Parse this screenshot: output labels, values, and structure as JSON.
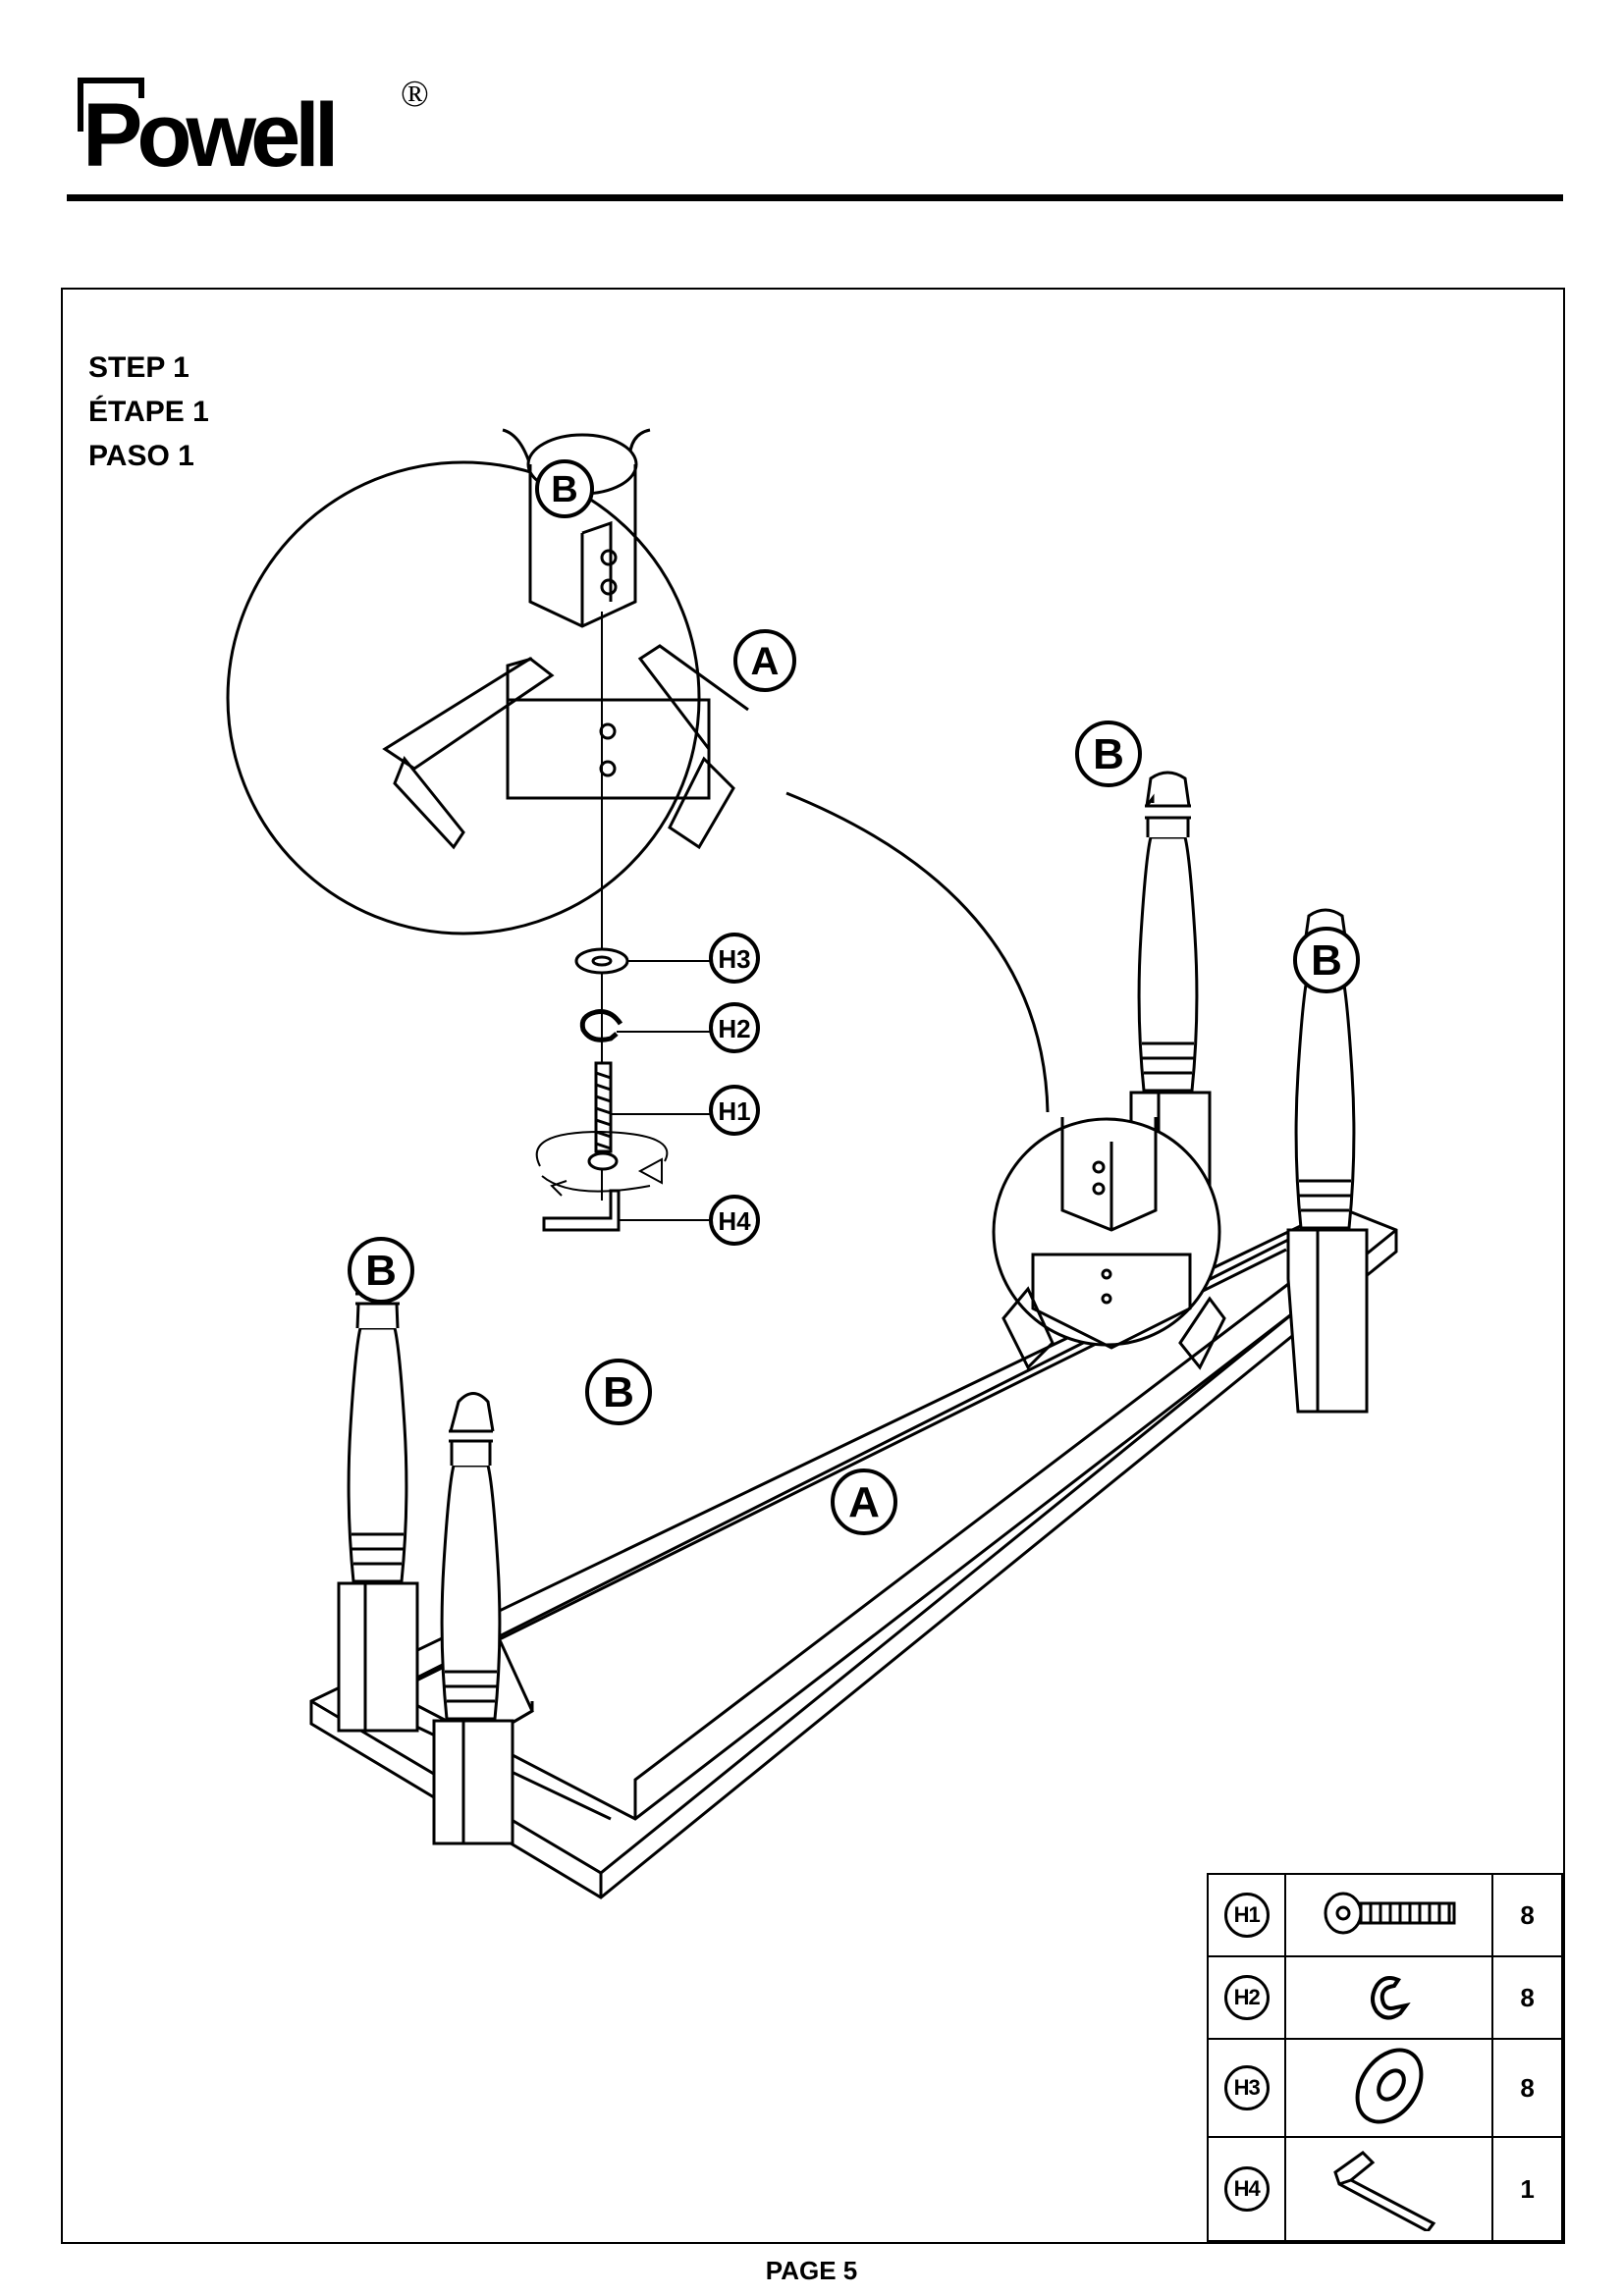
{
  "brand": {
    "name": "Powell",
    "registered": "®"
  },
  "step": {
    "en": "STEP 1",
    "fr": "ÉTAPE 1",
    "es": "PASO 1"
  },
  "callouts": {
    "tabletop": "A",
    "leg": "B",
    "bolt": "H1",
    "lock_washer": "H2",
    "flat_washer": "H3",
    "allen_key": "H4"
  },
  "hardware": [
    {
      "code": "H1",
      "icon": "bolt-icon",
      "qty": "8"
    },
    {
      "code": "H2",
      "icon": "lock-washer-icon",
      "qty": "8"
    },
    {
      "code": "H3",
      "icon": "flat-washer-icon",
      "qty": "8"
    },
    {
      "code": "H4",
      "icon": "allen-key-icon",
      "qty": "1"
    }
  ],
  "footer": {
    "page": "PAGE 5"
  }
}
